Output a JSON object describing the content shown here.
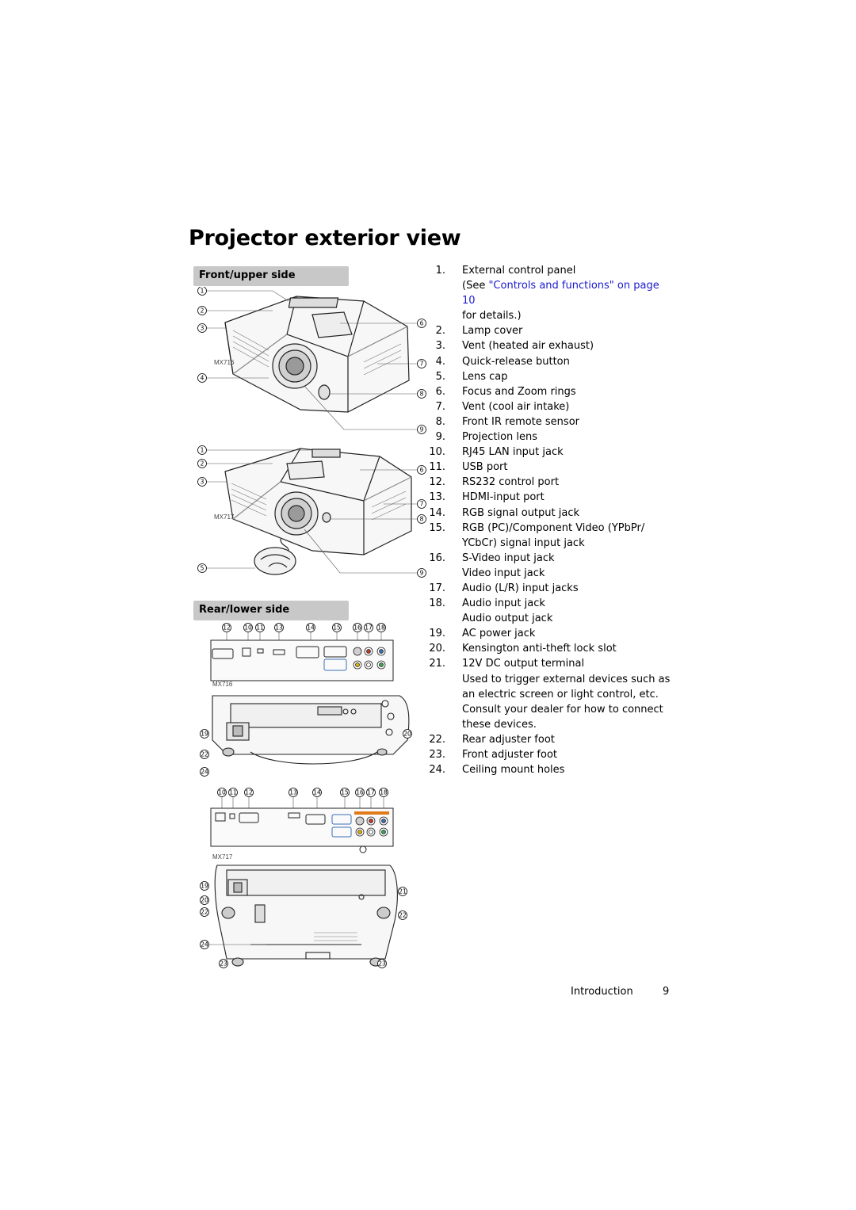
{
  "page": {
    "title": "Projector exterior view",
    "footer_section": "Introduction",
    "page_number": "9"
  },
  "sections": {
    "front": "Front/upper side",
    "rear": "Rear/lower side"
  },
  "models": {
    "fig1": "MX716",
    "fig2": "MX717",
    "fig3": "MX716",
    "fig4": "MX717"
  },
  "callouts": [
    "1",
    "2",
    "3",
    "4",
    "5",
    "6",
    "7",
    "8",
    "9",
    "10",
    "11",
    "12",
    "13",
    "14",
    "15",
    "16",
    "17",
    "18",
    "19",
    "20",
    "21",
    "22",
    "23",
    "24"
  ],
  "parts": [
    {
      "num": "1.",
      "label": "External control panel",
      "note_prefix": "(See ",
      "note_link": "\"Controls and functions\" on page 10",
      "note_suffix": "for details.)"
    },
    {
      "num": "2.",
      "label": "Lamp cover"
    },
    {
      "num": "3.",
      "label": "Vent (heated air exhaust)"
    },
    {
      "num": "4.",
      "label": "Quick-release button"
    },
    {
      "num": "5.",
      "label": "Lens cap"
    },
    {
      "num": "6.",
      "label": "Focus and Zoom rings"
    },
    {
      "num": "7.",
      "label": "Vent (cool air intake)"
    },
    {
      "num": "8.",
      "label": "Front IR remote sensor"
    },
    {
      "num": "9.",
      "label": "Projection lens"
    },
    {
      "num": "10.",
      "label": "RJ45 LAN input jack"
    },
    {
      "num": "11.",
      "label": "USB port"
    },
    {
      "num": "12.",
      "label": "RS232 control port"
    },
    {
      "num": "13.",
      "label": "HDMI-input port"
    },
    {
      "num": "14.",
      "label": "RGB signal output jack"
    },
    {
      "num": "15.",
      "label": "RGB (PC)/Component Video (YPbPr/",
      "note": "YCbCr) signal input jack"
    },
    {
      "num": "16.",
      "label": "S-Video input jack",
      "note": "Video input jack"
    },
    {
      "num": "17.",
      "label": "Audio (L/R) input jacks"
    },
    {
      "num": "18.",
      "label": "Audio input jack",
      "note": "Audio output jack"
    },
    {
      "num": "19.",
      "label": "AC power jack"
    },
    {
      "num": "20.",
      "label": "Kensington anti-theft lock slot"
    },
    {
      "num": "21.",
      "label": "12V DC output terminal",
      "note": "Used to trigger external devices such as an electric screen or light control, etc. Consult your dealer for how to connect these devices."
    },
    {
      "num": "22.",
      "label": "Rear adjuster foot"
    },
    {
      "num": "23.",
      "label": "Front adjuster foot"
    },
    {
      "num": "24.",
      "label": "Ceiling mount holes"
    }
  ],
  "colors": {
    "section_bar": "#c8c8c8",
    "link": "#1a1ad0",
    "port_blue": "#3a6fb5",
    "port_red": "#c0392b",
    "port_yellow": "#e2b400",
    "port_orange": "#e07b1a"
  }
}
